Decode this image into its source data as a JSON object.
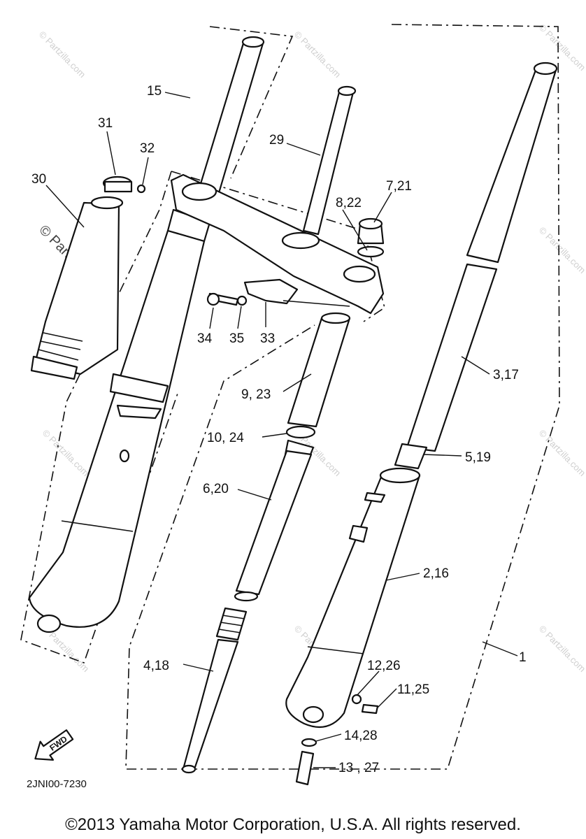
{
  "diagram": {
    "diagram_code": "2JNI00-7230",
    "fwd_label": "FWD",
    "watermark_text": "© Partzilla.com",
    "copyright": "©2013 Yamaha Motor Corporation, U.S.A. All rights reserved.",
    "callouts": {
      "c1": "1",
      "c2_16": "2,16",
      "c3_17": "3,17",
      "c4_18": "4,18",
      "c5_19": "5,19",
      "c6_20": "6,20",
      "c7_21": "7,21",
      "c8_22": "8,22",
      "c9_23": "9, 23",
      "c10_24": "10, 24",
      "c11_25": "11,25",
      "c12_26": "12,26",
      "c13_27": "13 , 27",
      "c14_28": "14,28",
      "c15": "15",
      "c29": "29",
      "c30": "30",
      "c31": "31",
      "c32": "32",
      "c33": "33",
      "c34": "34",
      "c35": "35"
    }
  }
}
